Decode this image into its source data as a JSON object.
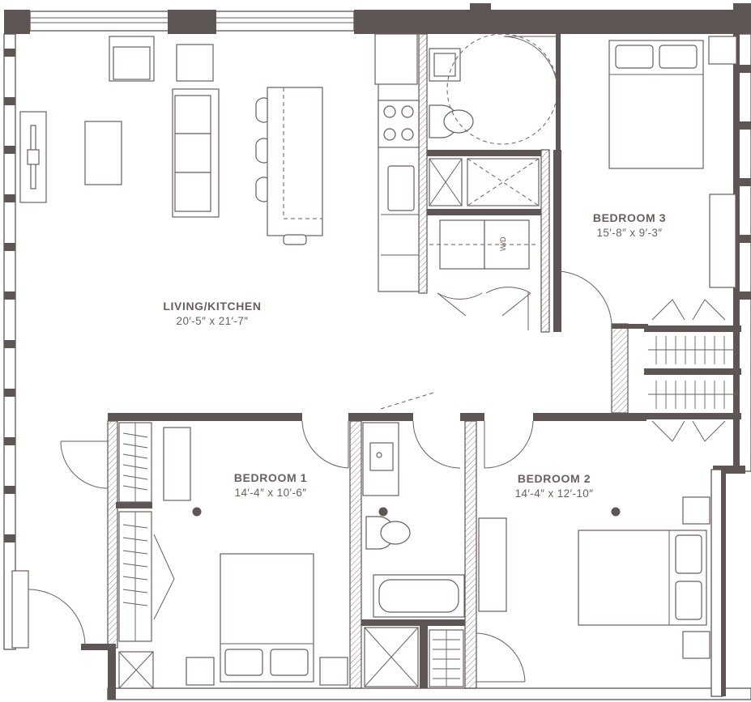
{
  "floor_plan": {
    "rooms": [
      {
        "id": "living",
        "name": "LIVING/KITCHEN",
        "dimensions": "20′-5″ x 21′-7″"
      },
      {
        "id": "bed3",
        "name": "BEDROOM 3",
        "dimensions": "15′-8″ x 9′-3″"
      },
      {
        "id": "bed1",
        "name": "BEDROOM 1",
        "dimensions": "14′-4″ x 10′-6″"
      },
      {
        "id": "bed2",
        "name": "BEDROOM 2",
        "dimensions": "14′-4″ x 12′-10″"
      }
    ],
    "washer_dryer_label": "W/D",
    "colors": {
      "wall": "#5e5654",
      "text": "#6a5f5c",
      "background": "#ffffff"
    }
  }
}
